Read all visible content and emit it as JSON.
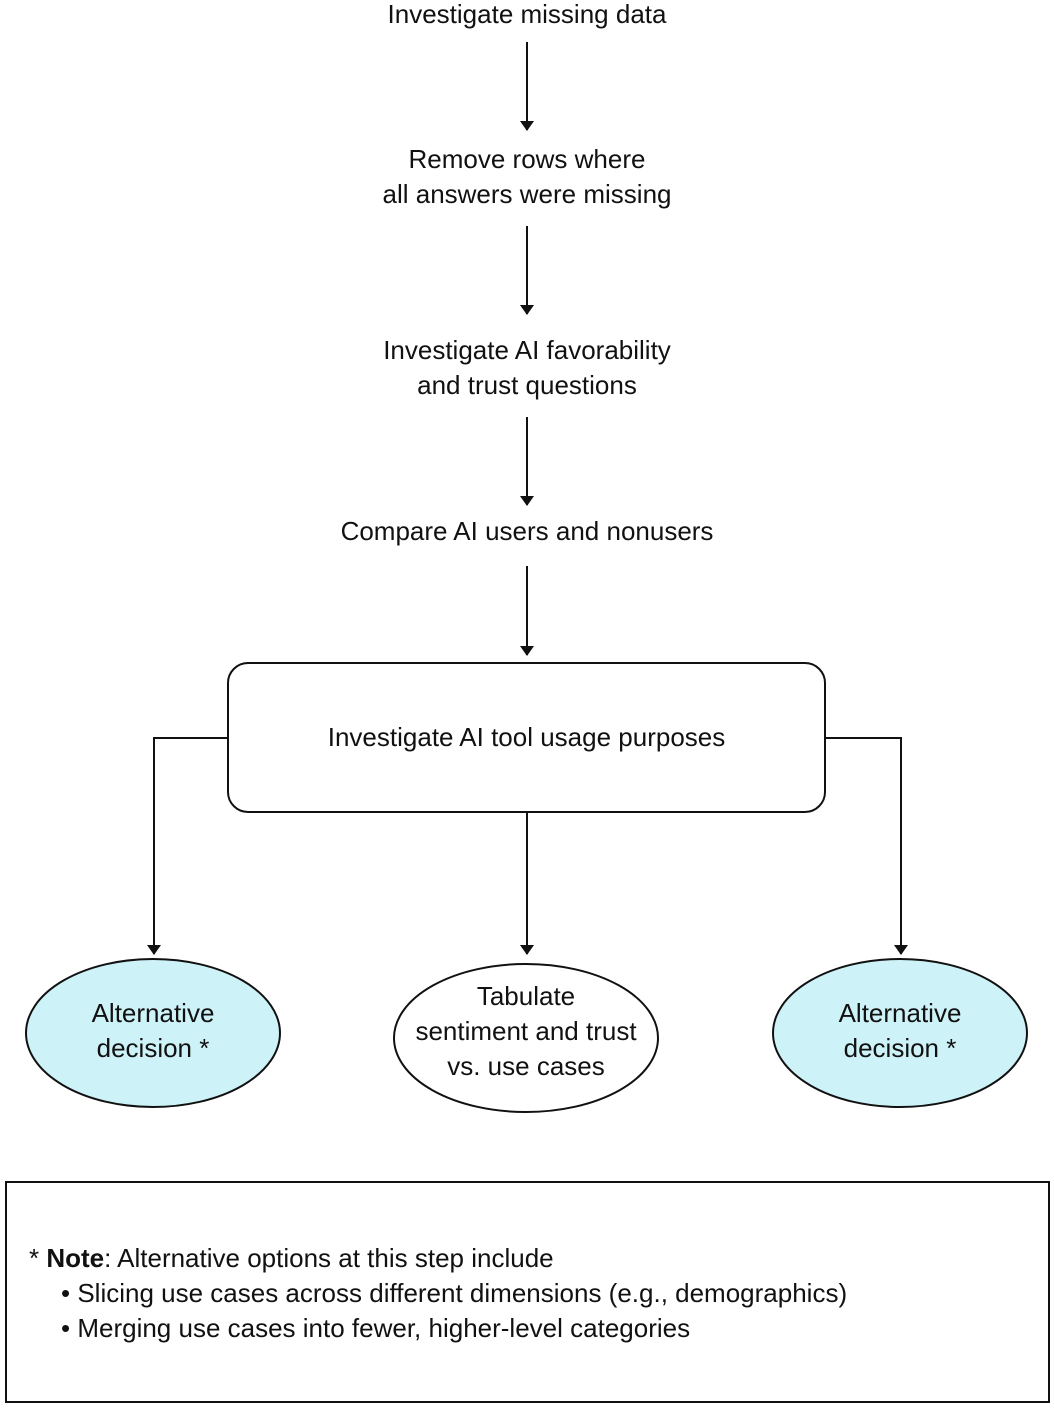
{
  "steps": {
    "step1": "Investigate missing data",
    "step2_line1": "Remove rows where",
    "step2_line2": "all answers were missing",
    "step3_line1": "Investigate AI favorability",
    "step3_line2": "and trust questions",
    "step4": "Compare AI users and nonusers",
    "step5": "Investigate AI tool usage purposes"
  },
  "outcomes": {
    "left_line1": "Alternative",
    "left_line2": "decision *",
    "center_line1": "Tabulate",
    "center_line2": "sentiment and trust",
    "center_line3": "vs. use cases",
    "right_line1": "Alternative",
    "right_line2": "decision *"
  },
  "colors": {
    "alternative_fill": "#cdf2f7",
    "line": "#111111"
  },
  "note": {
    "prefix": "* ",
    "label": "Note",
    "intro": ": Alternative options at this step include",
    "bullets": [
      "• Slicing use cases across different dimensions (e.g., demographics)",
      "• Merging use cases into fewer, higher-level categories"
    ]
  }
}
